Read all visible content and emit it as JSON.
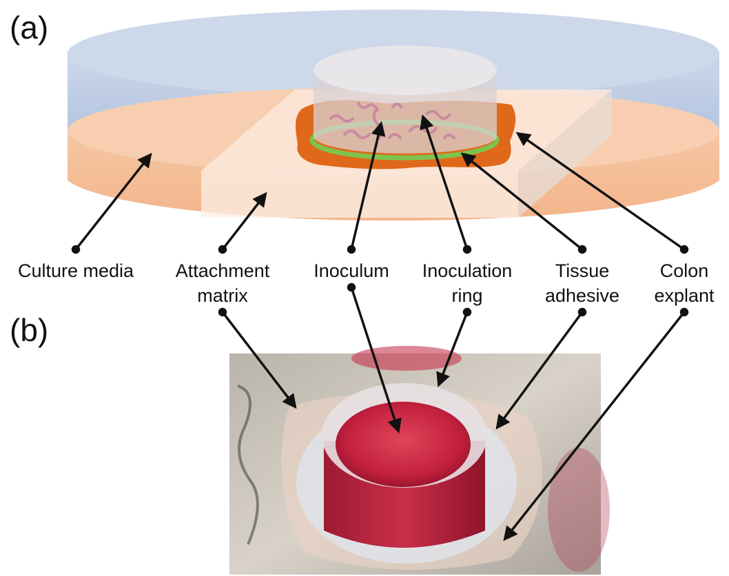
{
  "panels": {
    "a": {
      "letter": "(a)"
    },
    "b": {
      "letter": "(b)"
    }
  },
  "callouts": [
    {
      "id": "culture-media",
      "lines": [
        "Culture media"
      ]
    },
    {
      "id": "attachment-matrix",
      "lines": [
        "Attachment",
        "matrix"
      ]
    },
    {
      "id": "inoculum",
      "lines": [
        "Inoculum"
      ]
    },
    {
      "id": "inoculation-ring",
      "lines": [
        "Inoculation",
        "ring"
      ]
    },
    {
      "id": "tissue-adhesive",
      "lines": [
        "Tissue",
        "adhesive"
      ]
    },
    {
      "id": "colon-explant",
      "lines": [
        "Colon",
        "explant"
      ]
    }
  ],
  "colors": {
    "culture_media": "#f2b48c",
    "dish_lid": "#a9bede",
    "explant": "#e0681a",
    "adhesive": "#7cc44d",
    "inoculum_worms": "#c98aa0",
    "photo_media": "#c22240",
    "arrow": "#111111"
  }
}
